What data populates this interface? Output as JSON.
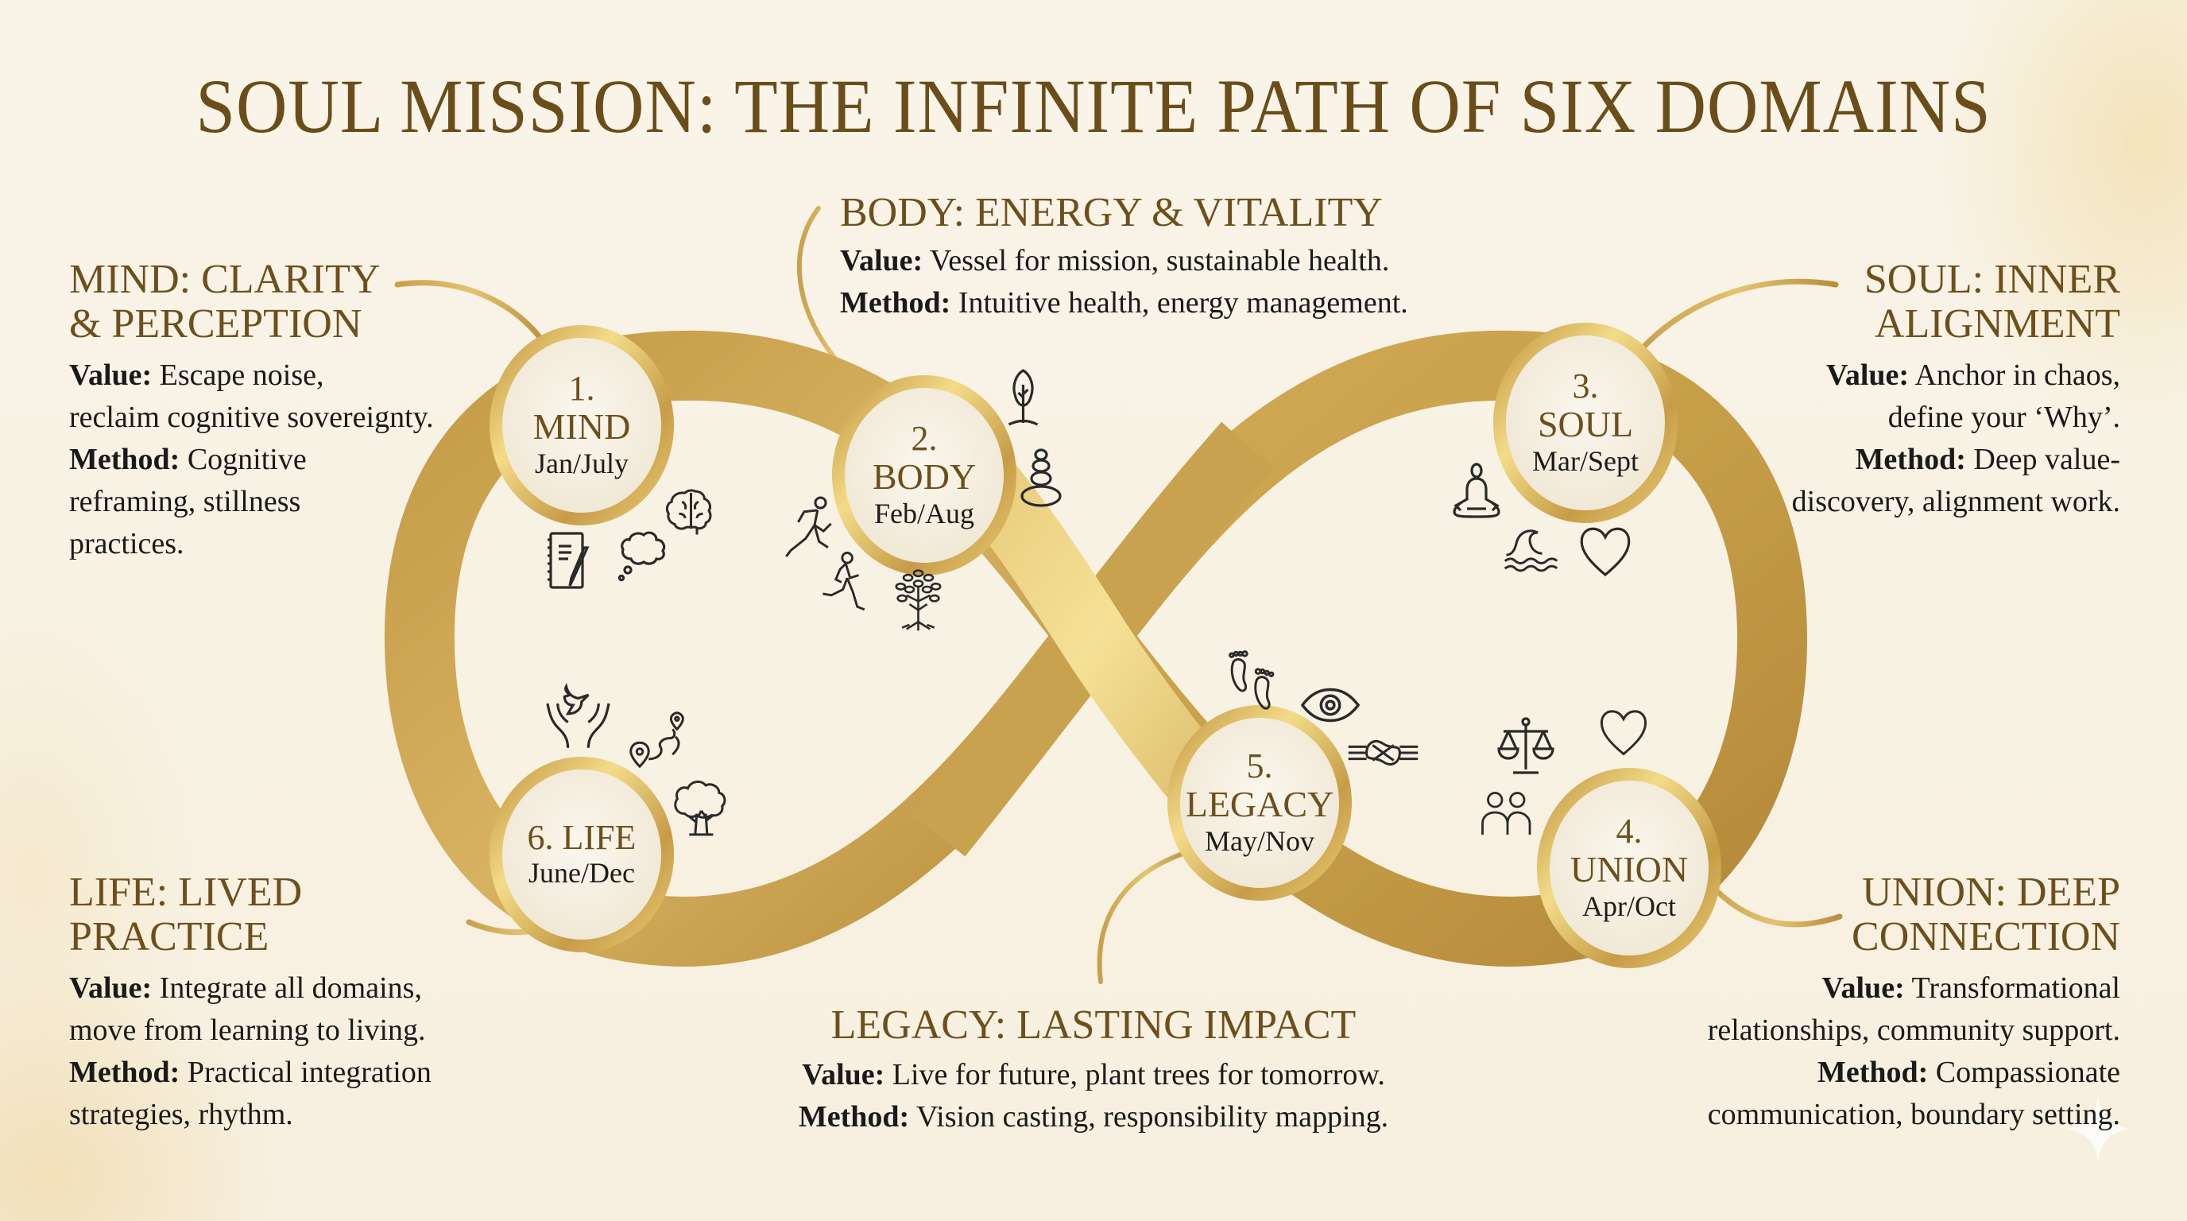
{
  "title": "SOUL MISSION: THE INFINITE PATH OF SIX DOMAINS",
  "colors": {
    "background": "#f8f2e4",
    "title": "#6b4d1a",
    "heading": "#6e4f1b",
    "gold_dark": "#b38a3a",
    "gold_mid": "#d4ae5a",
    "gold_light": "#f2dc8c",
    "text": "#1a1a1a"
  },
  "nodes": [
    {
      "id": "mind",
      "number": "1.",
      "name": "MIND",
      "months": "Jan/July"
    },
    {
      "id": "body",
      "number": "2.",
      "name": "BODY",
      "months": "Feb/Aug"
    },
    {
      "id": "soul",
      "number": "3.",
      "name": "SOUL",
      "months": "Mar/Sept"
    },
    {
      "id": "union",
      "number": "4.",
      "name": "UNION",
      "months": "Apr/Oct"
    },
    {
      "id": "legacy",
      "number": "5.",
      "name": "LEGACY",
      "months": "May/Nov"
    },
    {
      "id": "life",
      "number": "6. LIFE",
      "name": "",
      "months": "June/Dec"
    }
  ],
  "domains": {
    "mind": {
      "heading_line1": "MIND: CLARITY",
      "heading_line2": "& PERCEPTION",
      "value_label": "Value:",
      "value_line1": " Escape noise,",
      "value_line2": "reclaim cognitive sovereignty.",
      "method_label": "Method:",
      "method_line1": " Cognitive",
      "method_line2": "reframing, stillness",
      "method_line3": "practices.",
      "icons": [
        "brain-icon",
        "notebook-pencil-icon",
        "thought-cloud-icon"
      ]
    },
    "body": {
      "heading": "BODY: ENERGY & VITALITY",
      "value_label": "Value:",
      "value": " Vessel for mission, sustainable health.",
      "method_label": "Method:",
      "method": " Intuitive health, energy management.",
      "icons": [
        "tree-icon",
        "stacked-stones-icon",
        "runner-icon",
        "jogger-icon",
        "tree-of-life-icon"
      ]
    },
    "soul": {
      "heading_line1": "SOUL: INNER",
      "heading_line2": "ALIGNMENT",
      "value_label": "Value:",
      "value_line1": " Anchor in chaos,",
      "value_line2": "define your ‘Why’.",
      "method_label": "Method:",
      "method_line1": " Deep value-",
      "method_line2": "discovery, alignment work.",
      "icons": [
        "meditation-icon",
        "wave-icon",
        "heart-icon"
      ]
    },
    "union": {
      "heading_line1": "UNION: DEEP",
      "heading_line2": "CONNECTION",
      "value_label": "Value:",
      "value_line1": " Transformational",
      "value_line2": "relationships, community support.",
      "method_label": "Method:",
      "method_line1": " Compassionate",
      "method_line2": "communication, boundary setting.",
      "icons": [
        "scales-icon",
        "heart-icon",
        "people-icon"
      ]
    },
    "legacy": {
      "heading": "LEGACY: LASTING IMPACT",
      "value_label": "Value:",
      "value": " Live for future, plant trees for tomorrow.",
      "method_label": "Method:",
      "method": " Vision casting, responsibility mapping.",
      "icons": [
        "footprints-icon",
        "eye-icon",
        "knot-icon"
      ]
    },
    "life": {
      "heading_line1": "LIFE: LIVED",
      "heading_line2": "PRACTICE",
      "value_label": "Value:",
      "value_line1": " Integrate all domains,",
      "value_line2": "move from learning to living.",
      "method_label": "Method:",
      "method_line1": " Practical integration",
      "method_line2": "strategies, rhythm.",
      "icons": [
        "dove-hands-icon",
        "path-route-icon",
        "oak-tree-icon"
      ]
    }
  }
}
